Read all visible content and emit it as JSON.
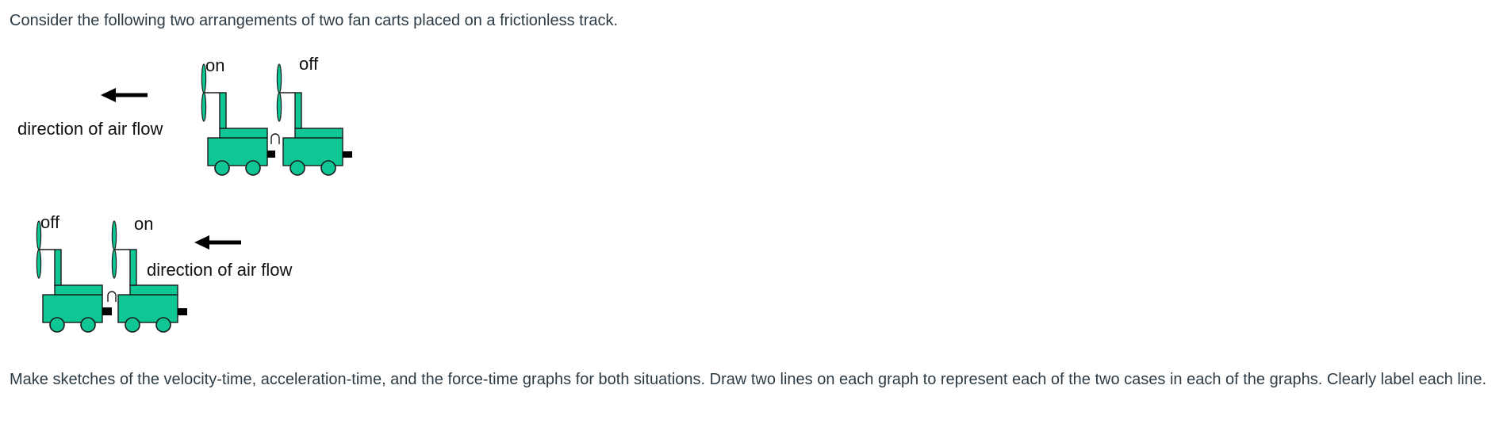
{
  "question": {
    "intro": "Consider the following two arrangements of two fan carts placed on a frictionless track.",
    "instructions": "Make sketches of the velocity-time, acceleration-time, and the force-time graphs for both situations.  Draw two lines on each graph to represent each of the two cases in each of the graphs.  Clearly label each line."
  },
  "arrangement_1": {
    "left_cart_label": "on",
    "right_cart_label": "off",
    "airflow_label": "direction of air flow",
    "arrow_icon": "left-arrow-icon"
  },
  "arrangement_2": {
    "left_cart_label": "off",
    "right_cart_label": "on",
    "airflow_label": "direction of air flow",
    "arrow_icon": "left-arrow-icon"
  },
  "colors": {
    "text": "#2d3b45",
    "cart": "#0fc795",
    "outline": "#1a1a1a"
  }
}
